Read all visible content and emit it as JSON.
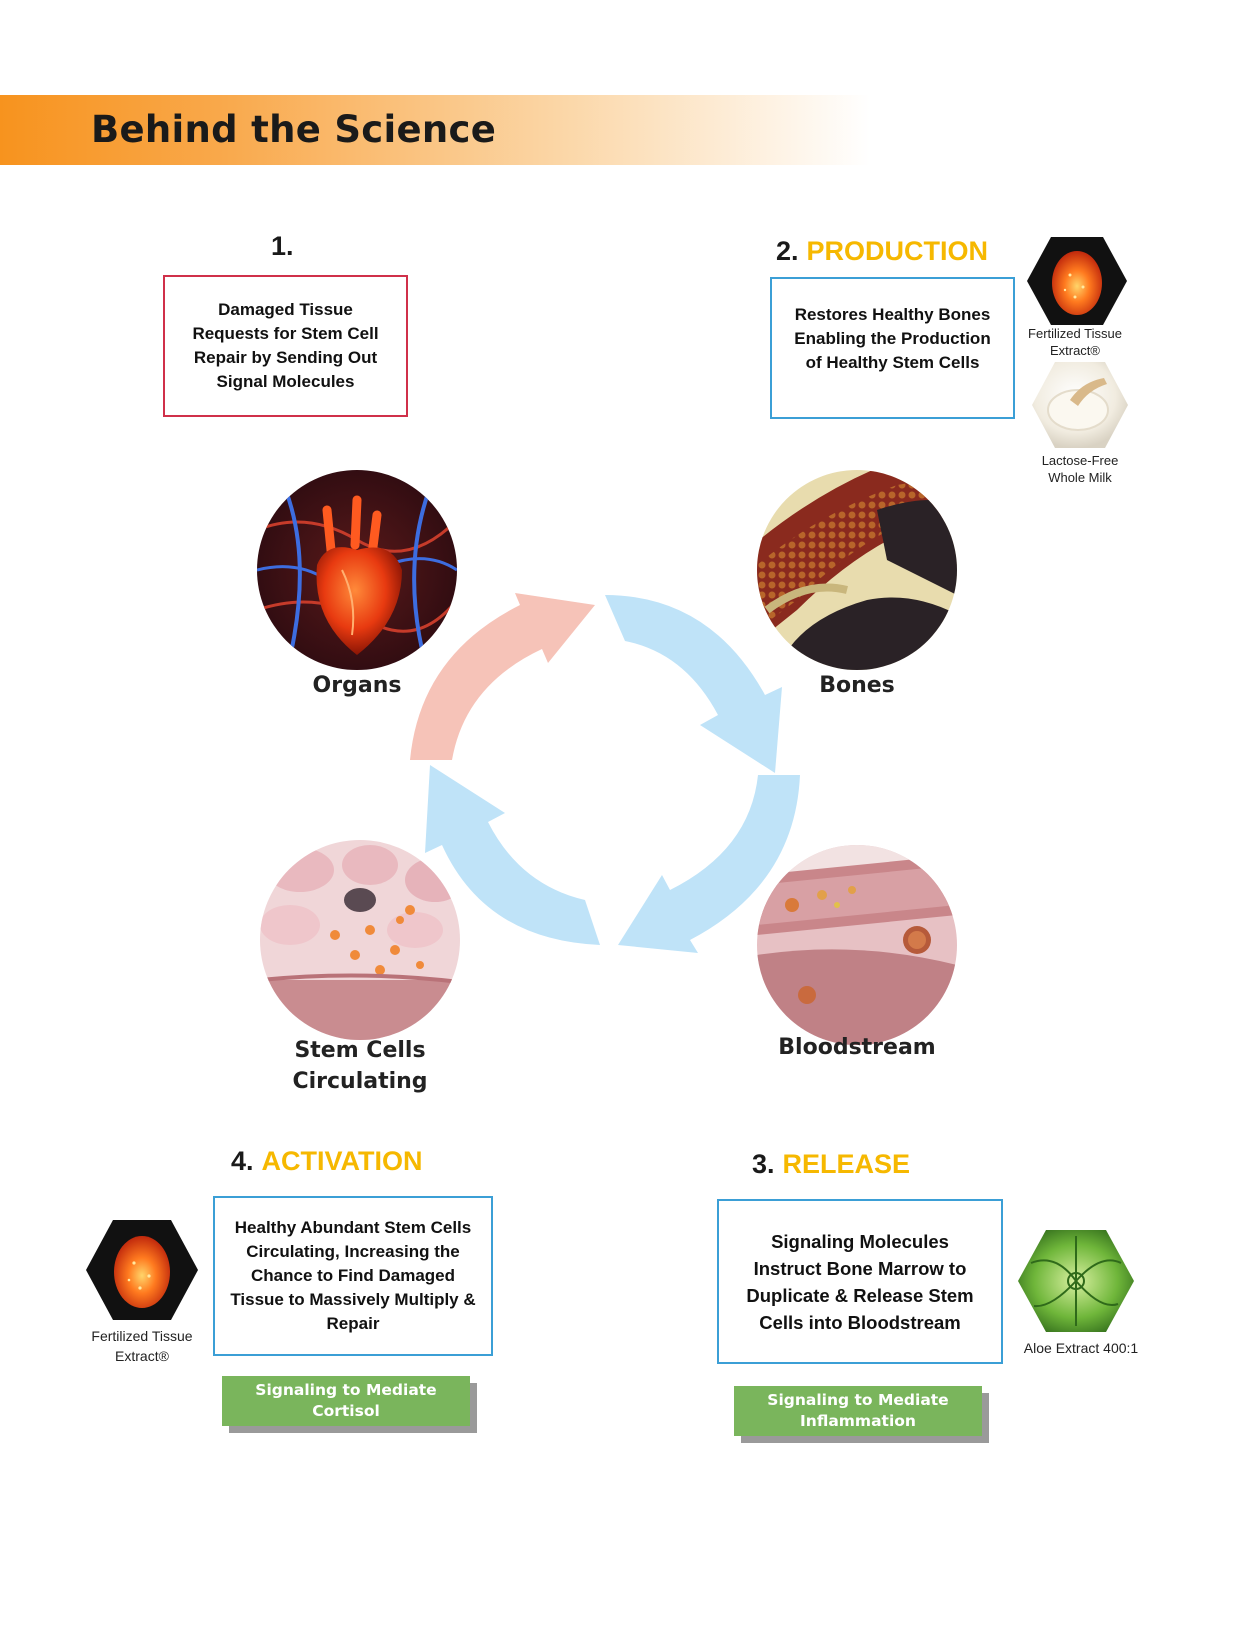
{
  "header": {
    "title": "Behind the Science"
  },
  "steps": {
    "one": {
      "num": "1.",
      "word": "",
      "text": "Damaged Tissue Requests for Stem Cell Repair by Sending Out Signal Molecules"
    },
    "two": {
      "num": "2.",
      "word": "PRODUCTION",
      "text": "Restores Healthy Bones Enabling the Production of Healthy Stem Cells"
    },
    "three": {
      "num": "3.",
      "word": "RELEASE",
      "text": "Signaling Molecules Instruct Bone Marrow to Duplicate & Release Stem Cells into Bloodstream"
    },
    "four": {
      "num": "4.",
      "word": "ACTIVATION",
      "text": "Healthy Abundant Stem Cells Circulating, Increasing the Chance to Find Damaged Tissue to Massively Multiply & Repair"
    }
  },
  "cycle": {
    "organs": "Organs",
    "bones": "Bones",
    "bloodstream": "Bloodstream",
    "stem_cells_line1": "Stem Cells",
    "stem_cells_line2": "Circulating"
  },
  "ingredients": {
    "fte_top_line1": "Fertilized Tissue",
    "fte_top_line2": "Extract®",
    "milk_line1": "Lactose-Free",
    "milk_line2": "Whole Milk",
    "fte_bottom_line1": "Fertilized Tissue",
    "fte_bottom_line2": "Extract®",
    "aloe": "Aloe Extract 400:1"
  },
  "buttons": {
    "cortisol_line1": "Signaling to Mediate",
    "cortisol_line2": "Cortisol",
    "inflammation_line1": "Signaling to Mediate",
    "inflammation_line2": "Inflammation"
  },
  "colors": {
    "banner_orange": "#f7931e",
    "step_word": "#f6b800",
    "box_red": "#d0304a",
    "box_blue": "#3b9fd6",
    "arrow_pink": "#f6c3b8",
    "arrow_blue": "#bfe3f8",
    "button_green": "#7ab55c"
  },
  "icons": [
    "heart-organ-image",
    "bone-marrow-image",
    "bloodstream-image",
    "stem-cells-image",
    "egg-icon",
    "milk-icon",
    "aloe-icon"
  ]
}
